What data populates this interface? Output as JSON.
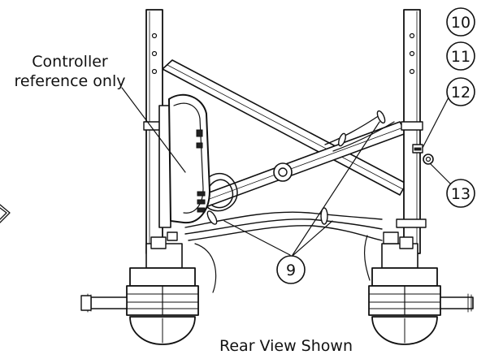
{
  "callout": {
    "line1": "Controller",
    "line2": "reference only"
  },
  "caption": "Rear View Shown",
  "balloons": {
    "b9": "9",
    "b10": "10",
    "b11": "11",
    "b12": "12",
    "b13": "13"
  },
  "colors": {
    "line": "#111111",
    "background": "#ffffff"
  }
}
